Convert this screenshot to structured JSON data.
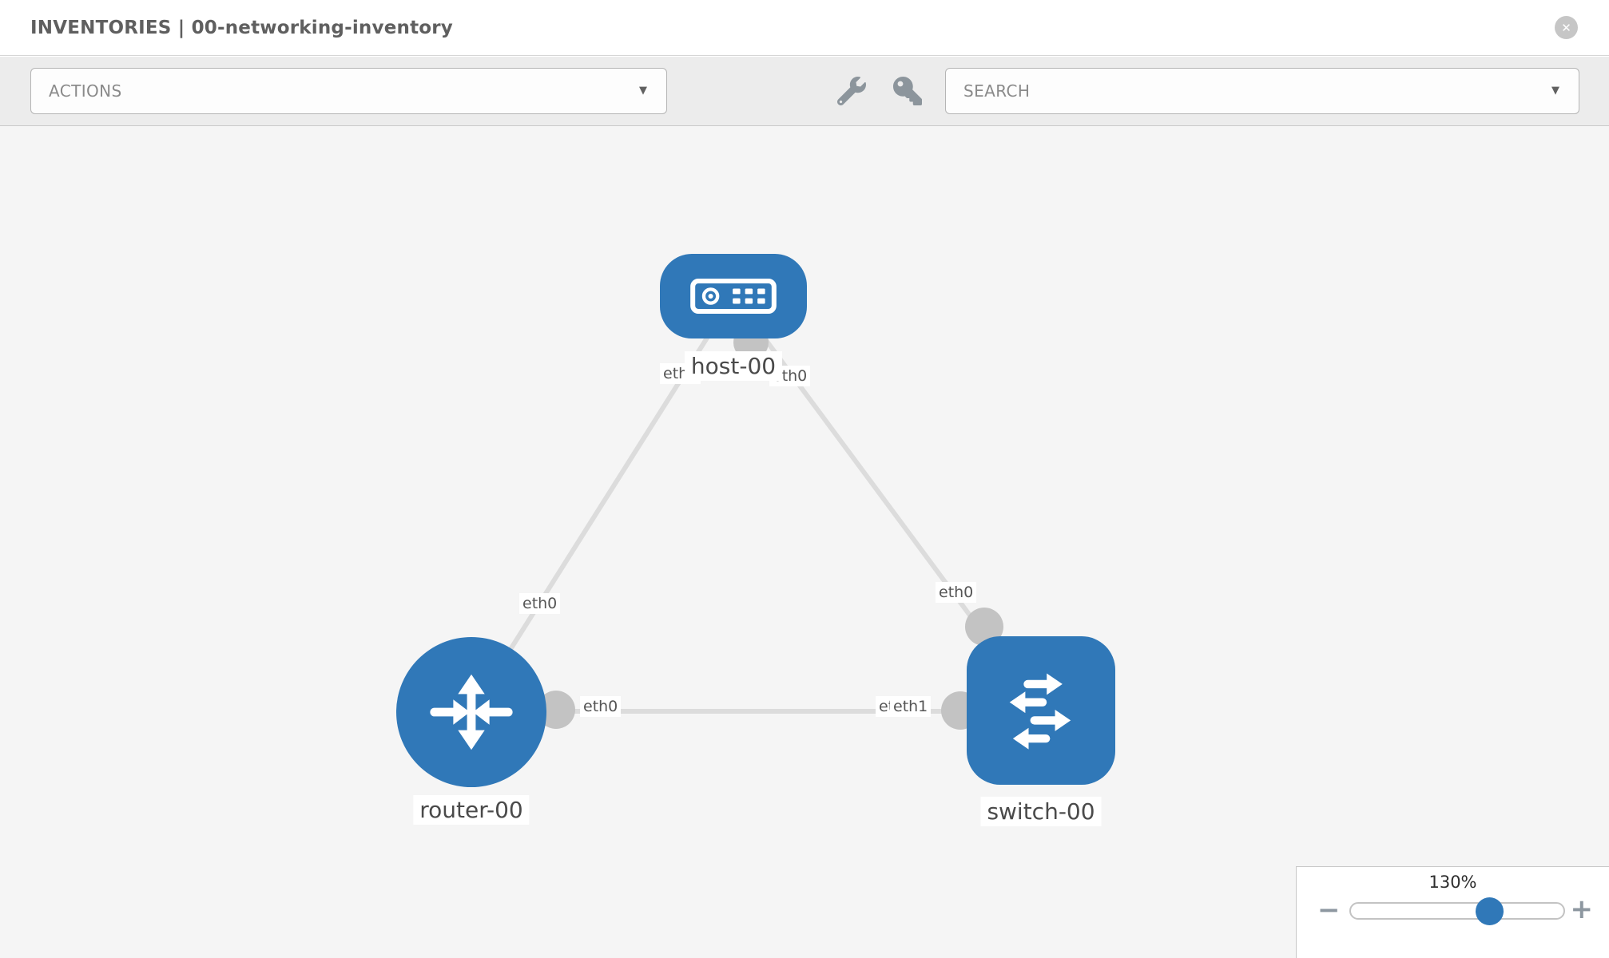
{
  "header": {
    "title": "INVENTORIES | 00-networking-inventory",
    "close_glyph": "✕"
  },
  "toolbar": {
    "actions_label": "ACTIONS",
    "search_label": "SEARCH",
    "caret_glyph": "▼",
    "icons": [
      "wrench-icon",
      "key-icon"
    ]
  },
  "topology": {
    "nodes": [
      {
        "id": "host-00",
        "type": "host",
        "label": "host-00"
      },
      {
        "id": "router-00",
        "type": "router",
        "label": "router-00"
      },
      {
        "id": "switch-00",
        "type": "switch",
        "label": "switch-00"
      }
    ],
    "links": [
      {
        "from": "host-00",
        "to": "router-00"
      },
      {
        "from": "host-00",
        "to": "switch-00"
      },
      {
        "from": "router-00",
        "to": "switch-00"
      }
    ],
    "interface_labels": {
      "host_to_router_at_host": "eth0",
      "host_to_switch_at_host": "eth0",
      "host_to_router_mid": "eth0",
      "host_to_switch_mid": "eth0",
      "router_to_switch_at_router": "eth0",
      "switch_overlap_back": "eth0",
      "switch_overlap_front": "eth1"
    }
  },
  "zoom_control": {
    "level": "130%",
    "minus_glyph": "−",
    "plus_glyph": "+"
  },
  "colors": {
    "node_blue": "#3078b8",
    "link_gray": "#dcdcdc",
    "interface_dot_gray": "#c3c3c3",
    "canvas_bg": "#f5f5f5",
    "toolbar_bg": "#ececec"
  }
}
